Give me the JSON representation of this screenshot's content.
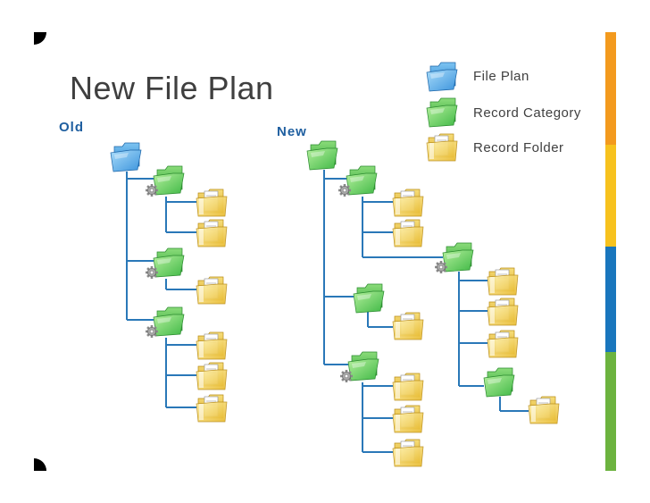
{
  "slide": {
    "title": "New File Plan",
    "old_label": "Old",
    "new_label": "New"
  },
  "legend": [
    {
      "label": "File Plan",
      "icon": "file-plan-folder-icon",
      "color": "#4aa3e8"
    },
    {
      "label": "Record Category",
      "icon": "record-category-folder-icon",
      "color": "#5cc85c"
    },
    {
      "label": "Record Folder",
      "icon": "record-folder-icon",
      "color": "#f0c830"
    }
  ],
  "colors": {
    "connector": "#2a78b8",
    "stripe_orange": "#f39a1e",
    "stripe_yellow": "#f7c21e",
    "stripe_blue": "#1976bd",
    "stripe_green": "#6cb33f"
  },
  "trees": {
    "old": {
      "type": "plan",
      "children": [
        {
          "type": "category",
          "children": [
            {
              "type": "folder"
            },
            {
              "type": "folder"
            }
          ]
        },
        {
          "type": "category",
          "children": [
            {
              "type": "folder"
            }
          ]
        },
        {
          "type": "category",
          "children": [
            {
              "type": "folder"
            },
            {
              "type": "folder"
            },
            {
              "type": "folder"
            }
          ]
        }
      ]
    },
    "new": {
      "type": "category",
      "children": [
        {
          "type": "category",
          "children": [
            {
              "type": "folder"
            },
            {
              "type": "folder"
            },
            {
              "type": "category",
              "children": [
                {
                  "type": "folder"
                },
                {
                  "type": "folder"
                },
                {
                  "type": "folder"
                },
                {
                  "type": "category",
                  "children": [
                    {
                      "type": "folder"
                    }
                  ]
                }
              ]
            }
          ]
        },
        {
          "type": "category",
          "children": [
            {
              "type": "folder"
            }
          ]
        },
        {
          "type": "category",
          "children": [
            {
              "type": "folder"
            },
            {
              "type": "folder"
            },
            {
              "type": "folder"
            }
          ]
        }
      ]
    }
  }
}
